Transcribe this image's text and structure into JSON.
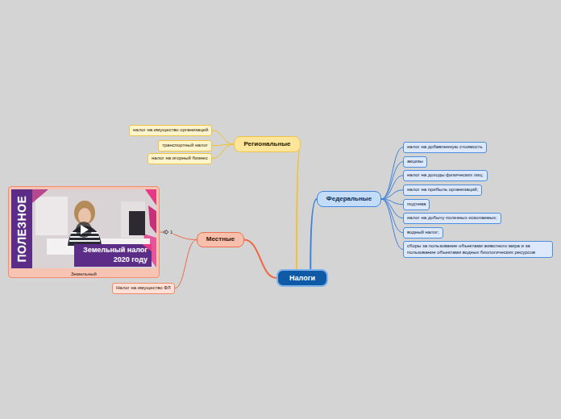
{
  "diagram": {
    "nodes": [
      {
        "text": [
          "Налоги"
        ]
      },
      {
        "text": [
          "Региональные"
        ]
      },
      {
        "text": [
          "налог на имущество организаций"
        ]
      },
      {
        "text": [
          "транспортный налог"
        ]
      },
      {
        "text": [
          "налог на игорный бизнес"
        ]
      },
      {
        "text": [
          "Федеральные"
        ]
      },
      {
        "text": [
          "налог на добавленную стоимость"
        ]
      },
      {
        "text": [
          "акцизы"
        ]
      },
      {
        "text": [
          "налог на доходы физических лиц;"
        ]
      },
      {
        "text": [
          "налог на прибыль организаций;"
        ]
      },
      {
        "text": [
          "подтема"
        ]
      },
      {
        "text": [
          "налог на добычу полезных ископаемых;"
        ]
      },
      {
        "text": [
          "водный налог;"
        ]
      },
      {
        "text": [
          "сборы за пользование объектами животного мира и за пользование объектами водных биологических ресурсов"
        ]
      },
      {
        "text": [
          "Местные"
        ]
      },
      {
        "text": [
          "Земельный"
        ]
      },
      {
        "text": [
          "Налог на имущество ФЛ"
        ]
      }
    ],
    "edges": [
      {
        "from": 0,
        "to": 1,
        "arrow": "none"
      },
      {
        "from": 0,
        "to": 5,
        "arrow": "none"
      },
      {
        "from": 0,
        "to": 14,
        "arrow": "none"
      },
      {
        "from": 1,
        "to": 2,
        "arrow": "none"
      },
      {
        "from": 1,
        "to": 3,
        "arrow": "none"
      },
      {
        "from": 1,
        "to": 4,
        "arrow": "none"
      },
      {
        "from": 5,
        "to": 6,
        "arrow": "none"
      },
      {
        "from": 5,
        "to": 7,
        "arrow": "none"
      },
      {
        "from": 5,
        "to": 8,
        "arrow": "none"
      },
      {
        "from": 5,
        "to": 9,
        "arrow": "none"
      },
      {
        "from": 5,
        "to": 10,
        "arrow": "none"
      },
      {
        "from": 5,
        "to": 11,
        "arrow": "none"
      },
      {
        "from": 5,
        "to": 12,
        "arrow": "none"
      },
      {
        "from": 5,
        "to": 13,
        "arrow": "none"
      },
      {
        "from": 14,
        "to": 15,
        "arrow": "none"
      },
      {
        "from": 14,
        "to": 16,
        "arrow": "none"
      }
    ],
    "labels": [
      "ПОЛЕЗНОЕ",
      "Земельный налог 2020 году",
      "1"
    ]
  }
}
